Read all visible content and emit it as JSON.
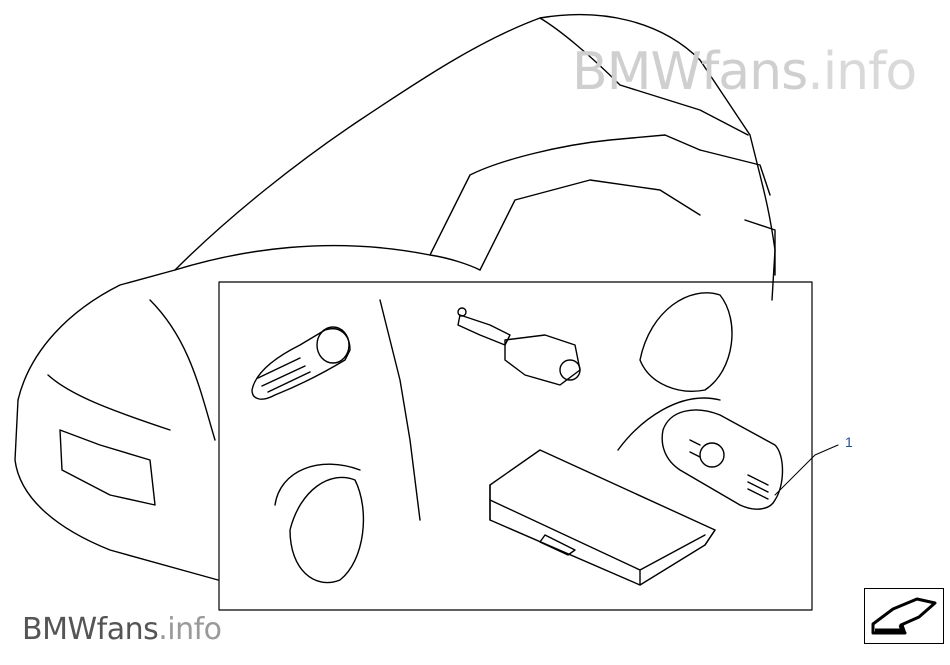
{
  "watermark": {
    "brand": "BMWfans",
    "suffix": ".info"
  },
  "callouts": [
    {
      "number": "1"
    }
  ],
  "nav": {
    "icon": "return-arrow-icon"
  },
  "colors": {
    "line": "#000000",
    "watermark_light": "#cfcfcf",
    "watermark_dark": "#555555",
    "callout": "#1f4e9c"
  }
}
